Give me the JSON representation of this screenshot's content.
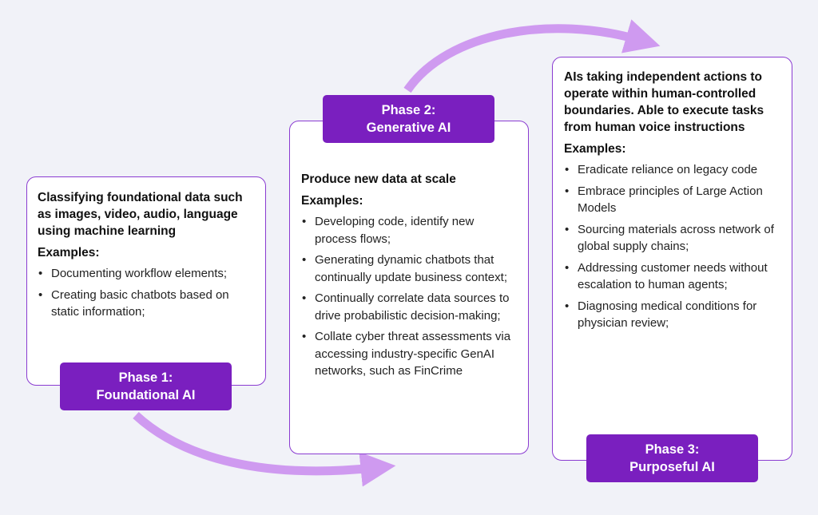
{
  "colors": {
    "background": "#f1f2f8",
    "card_border": "#8a3bd1",
    "label_fill": "#7a1fbf",
    "arrow": "#cf9af0"
  },
  "phases": [
    {
      "label_line1": "Phase 1:",
      "label_line2": "Foundational AI",
      "heading": "Classifying foundational data such as images, video, audio, language using machine learning",
      "examples_label": "Examples:",
      "items": [
        "Documenting workflow elements;",
        "Creating basic chatbots based on static information;"
      ]
    },
    {
      "label_line1": "Phase 2:",
      "label_line2": "Generative AI",
      "heading": "Produce new data at scale",
      "examples_label": "Examples:",
      "items": [
        "Developing code, identify new process flows;",
        "Generating dynamic chatbots that continually update business context;",
        "Continually correlate data sources to drive probabilistic decision-making;",
        "Collate cyber threat assessments via accessing industry-specific GenAI networks, such as FinCrime"
      ]
    },
    {
      "label_line1": "Phase 3:",
      "label_line2": "Purposeful AI",
      "heading": "AIs taking independent actions to operate within human-controlled boundaries. Able to execute tasks from human voice instructions",
      "examples_label": "Examples:",
      "items": [
        "Eradicate reliance on legacy code",
        "Embrace principles of Large Action Models",
        "Sourcing materials across network of global supply chains;",
        "Addressing customer needs without escalation to human agents;",
        "Diagnosing medical conditions for physician review;"
      ]
    }
  ]
}
